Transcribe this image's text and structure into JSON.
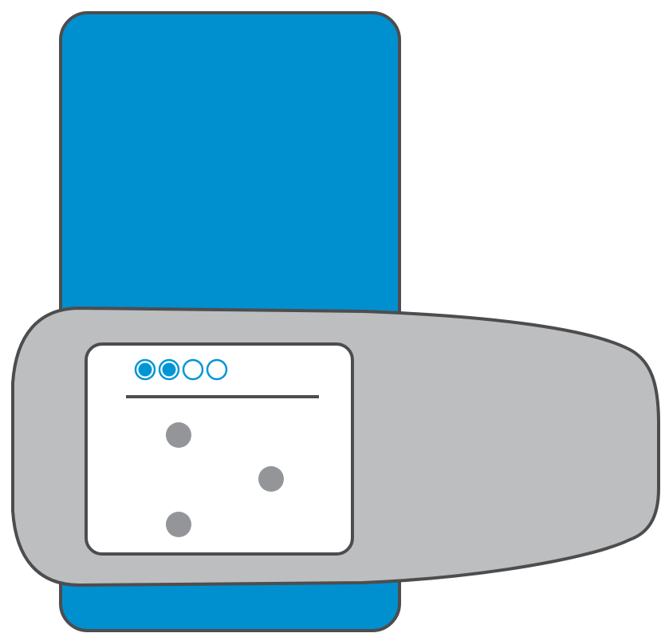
{
  "illustration": {
    "subject": "handheld-device-over-card",
    "colors": {
      "card_fill": "#0090CF",
      "outline": "#4D4D4F",
      "device_body": "#BCBEC0",
      "screen_fill": "#FFFFFF",
      "indicator_active": "#0096D6",
      "indicator_inactive": "#FFFFFF",
      "indicator_stroke": "#0096D6",
      "divider": "#4D4D4F",
      "dot": "#939598"
    },
    "progress_indicator": {
      "total": 4,
      "filled": 2
    },
    "screen_dots_count": 3
  }
}
